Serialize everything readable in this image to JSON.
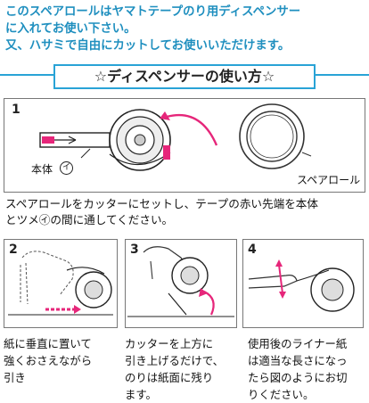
{
  "intro": {
    "line1": "このスペアロールはヤマトテープのり用ディスペンサー",
    "line2": "に入れてお使い下さい。",
    "line3": "又、ハサミで自由にカットしてお使いいただけます。"
  },
  "banner": {
    "title": "☆ディスペンサーの使い方☆"
  },
  "step1": {
    "number": "1",
    "body_label": "本体",
    "tsume_label": "イ",
    "spare_label": "スペアロール"
  },
  "instruction": {
    "line1": "スペアロールをカッターにセットし、テープの赤い先端を本体",
    "line2": "とツメ㋑の間に通してください。"
  },
  "steps": [
    {
      "number": "2",
      "caption": [
        "紙に垂直に置いて",
        "強くおさえながら",
        "引き"
      ]
    },
    {
      "number": "3",
      "caption": [
        "カッターを上方に",
        "引き上げるだけで、",
        "のりは紙面に残り",
        "ます。"
      ]
    },
    {
      "number": "4",
      "caption": [
        "使用後のライナー紙",
        "は適当な長さになっ",
        "たら図のようにお切",
        "りください。"
      ]
    }
  ],
  "colors": {
    "accent": "#29a3d6",
    "intro_text": "#1f8fbf",
    "arrow": "#e6267a"
  }
}
